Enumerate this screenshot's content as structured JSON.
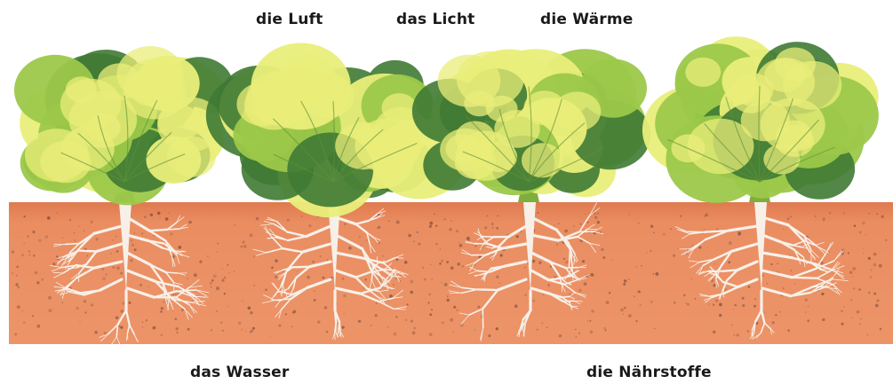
{
  "labels": {
    "top": [
      "die Luft",
      "das Licht",
      "die Wärme"
    ],
    "bottom": [
      "das Wasser",
      "die Nährstoffe"
    ]
  },
  "colors": {
    "soil": "#e98a5e",
    "soil_speckle": "#7a4a3a",
    "soil_top": "#d97a4f",
    "leaf_light": "#e9ee7a",
    "leaf_mid": "#9cc84a",
    "leaf_dark": "#3f7a34",
    "root": "#f8f0e8"
  },
  "plants": [
    {
      "name": "sugar-beet-plant-1"
    },
    {
      "name": "sugar-beet-plant-2"
    },
    {
      "name": "sugar-beet-plant-3"
    },
    {
      "name": "sugar-beet-plant-4"
    }
  ]
}
